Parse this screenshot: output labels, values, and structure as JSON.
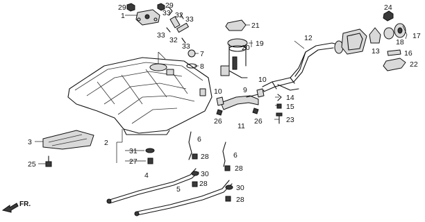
{
  "diagram": {
    "direction_label": "FR.",
    "callouts": {
      "c1": "1",
      "c2": "2",
      "c3": "3",
      "c4": "4",
      "c5": "5",
      "c6a": "6",
      "c6b": "6",
      "c7": "7",
      "c8": "8",
      "c9": "9",
      "c10a": "10",
      "c10b": "10",
      "c11": "11",
      "c12": "12",
      "c13": "13",
      "c14": "14",
      "c15": "15",
      "c16": "16",
      "c17": "17",
      "c18": "18",
      "c19": "19",
      "c20": "20",
      "c21": "21",
      "c22": "22",
      "c23": "23",
      "c24": "24",
      "c25": "25",
      "c26a": "26",
      "c26b": "26",
      "c27": "27",
      "c28a": "28",
      "c28b": "28",
      "c28c": "28",
      "c29a": "29",
      "c29b": "29",
      "c30a": "30",
      "c30b": "30",
      "c31": "31",
      "c32a": "32",
      "c32b": "32",
      "c33a": "33",
      "c33b": "33",
      "c33c": "33",
      "c33d": "33"
    }
  }
}
